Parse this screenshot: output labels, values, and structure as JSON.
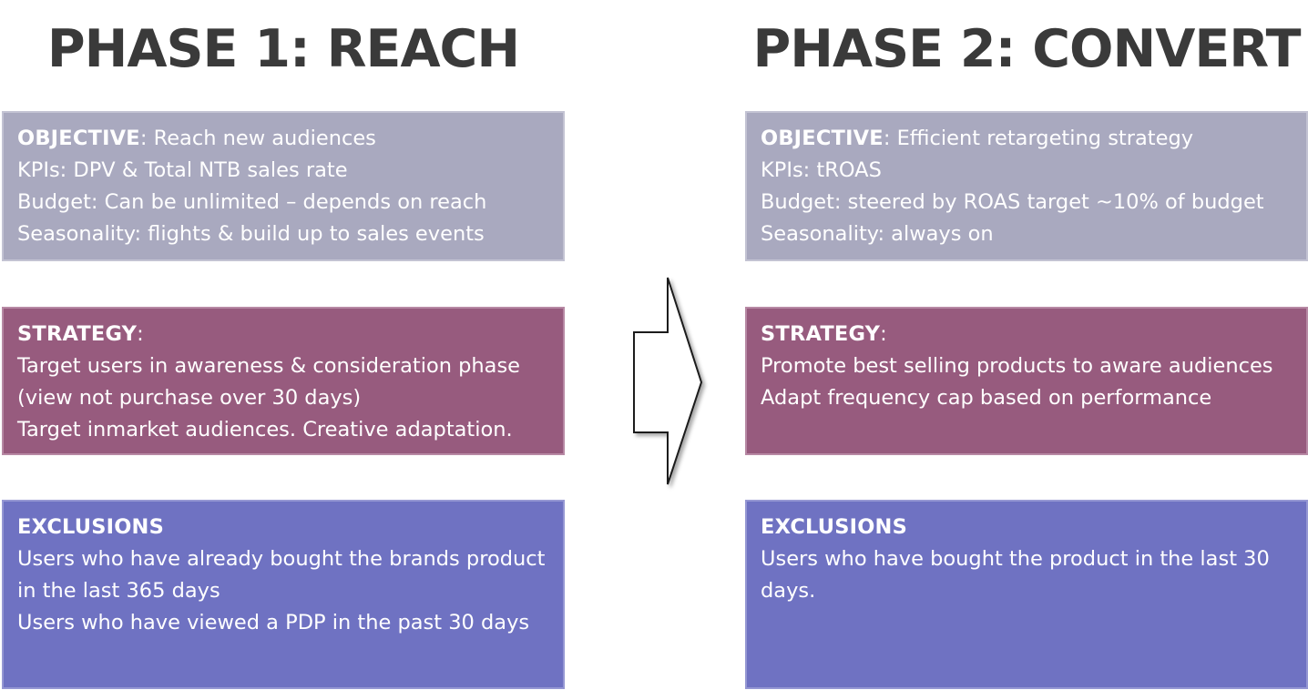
{
  "phase1": {
    "title": "PHASE 1: REACH",
    "objective": {
      "heading": "OBJECTIVE",
      "text": ": Reach new audiences",
      "lines": [
        "KPIs: DPV & Total NTB sales rate",
        "Budget: Can be unlimited – depends on reach",
        "Seasonality: flights & build up to sales events"
      ]
    },
    "strategy": {
      "heading": "STRATEGY",
      "text": ":",
      "lines": [
        "Target users in awareness & consideration phase",
        "(view not purchase over 30 days)",
        "Target inmarket audiences. Creative adaptation."
      ]
    },
    "exclusions": {
      "heading": "EXCLUSIONS",
      "lines": [
        "Users who have already bought the brands product",
        "in the last 365 days",
        "Users who have viewed a PDP in the past 30 days"
      ]
    }
  },
  "phase2": {
    "title": "PHASE 2: CONVERT",
    "objective": {
      "heading": "OBJECTIVE",
      "text": ": Efficient retargeting strategy",
      "lines": [
        "KPIs: tROAS",
        "Budget: steered by ROAS target ~10% of budget",
        "Seasonality: always on"
      ]
    },
    "strategy": {
      "heading": "STRATEGY",
      "text": ":",
      "lines": [
        "Promote best selling products to aware audiences",
        "Adapt frequency cap based on performance"
      ]
    },
    "exclusions": {
      "heading": "EXCLUSIONS",
      "lines": [
        "Users who have bought the product in the last 30",
        "days."
      ]
    }
  },
  "colors": {
    "title": "#3a3a3a",
    "objective_box": "#a9a9bf",
    "strategy_box": "#975b7e",
    "exclusions_box": "#6f72c2"
  },
  "icons": {
    "flow_arrow": "right-arrow-icon"
  }
}
